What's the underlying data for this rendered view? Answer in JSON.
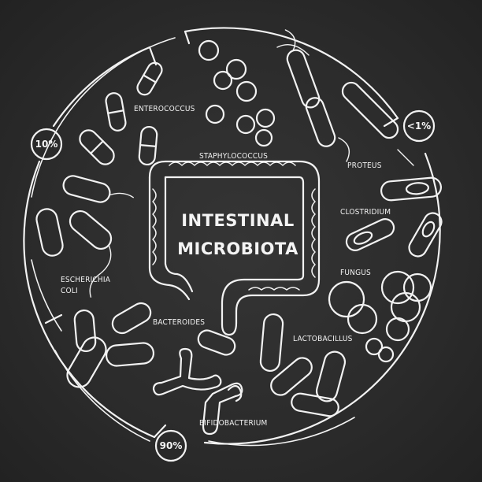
{
  "title": {
    "line1": "INTESTINAL",
    "line2": "MICROBIOTA"
  },
  "percentages": {
    "top_left": "10%",
    "top_right": "<1%",
    "bottom": "90%"
  },
  "labels": {
    "enterococcus": "ENTEROCOCCUS",
    "staphylococcus": "STAPHYLOCOCCUS",
    "proteus": "PROTEUS",
    "clostridium": "CLOSTRIDIUM",
    "fungus": "FUNGUS",
    "escherichia_line1": "ESCHERICHIA",
    "escherichia_line2": "COLI",
    "bacteroides": "BACTEROIDES",
    "lactobacillus": "LACTOBACILLUS",
    "bifidobacterium": "BIFIDOBACTERIUM"
  },
  "colors": {
    "background": "#2b2b2b",
    "chalk": "#f2f2f2"
  }
}
